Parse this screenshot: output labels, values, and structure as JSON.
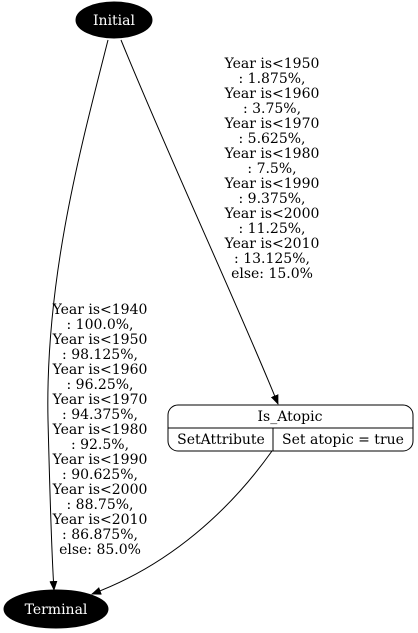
{
  "nodes": {
    "initial": {
      "label": "Initial"
    },
    "terminal": {
      "label": "Terminal"
    },
    "is_atopic": {
      "title": "Is_Atopic",
      "action_type": "SetAttribute",
      "action_value": "Set atopic = true"
    }
  },
  "edges": {
    "initial_to_is_atopic": {
      "lines": [
        "Year is<1950",
        ": 1.875%,",
        "Year is<1960",
        ": 3.75%,",
        "Year is<1970",
        ": 5.625%,",
        "Year is<1980",
        ": 7.5%,",
        "Year is<1990",
        ": 9.375%,",
        "Year is<2000",
        ": 11.25%,",
        "Year is<2010",
        ": 13.125%,",
        "else: 15.0%"
      ]
    },
    "initial_to_terminal": {
      "lines": [
        "Year is<1940",
        ": 100.0%,",
        "Year is<1950",
        ": 98.125%,",
        "Year is<1960",
        ": 96.25%,",
        "Year is<1970",
        ": 94.375%,",
        "Year is<1980",
        ": 92.5%,",
        "Year is<1990",
        ": 90.625%,",
        "Year is<2000",
        ": 88.75%,",
        "Year is<2010",
        ": 86.875%,",
        "else: 85.0%"
      ]
    }
  },
  "colors": {
    "node_fill": "#000000",
    "node_text": "#ffffff",
    "stroke": "#000000",
    "background": "#ffffff"
  }
}
